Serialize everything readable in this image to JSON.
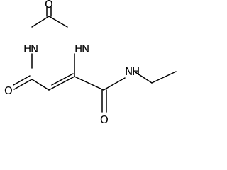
{
  "molecule": {
    "atoms": {
      "o_top": "O",
      "nh_left": "H",
      "n_left": "N",
      "nh_right": "H",
      "n_right": "N",
      "o_left": "O",
      "n_amide": "N",
      "nh_amide": "H",
      "o_amide": "O"
    }
  }
}
